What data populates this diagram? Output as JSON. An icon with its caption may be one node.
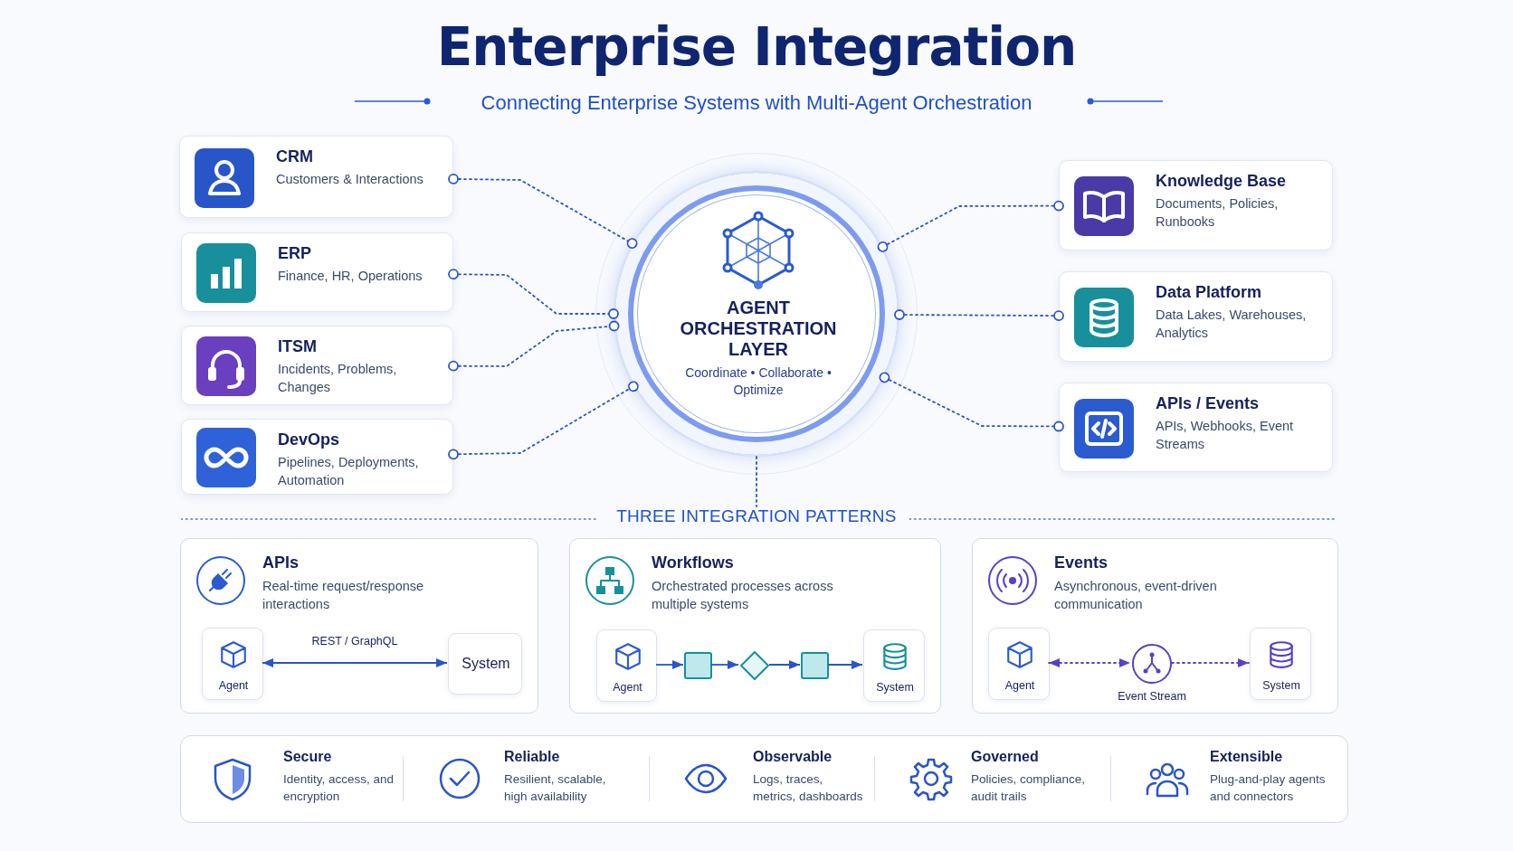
{
  "diagram": {
    "title": "Enterprise Integration",
    "nodes": [
      {
        "text": [
          "CRM",
          "Customers & Interactions"
        ]
      },
      {
        "text": [
          "ERP",
          "Finance, HR, Operations"
        ]
      },
      {
        "text": [
          "ITSM",
          "Incidents, Problems, Changes"
        ]
      },
      {
        "text": [
          "DevOps",
          "Pipelines, Deployments, Automation"
        ]
      },
      {
        "text": [
          "AGENT ORCHESTRATION LAYER",
          "Coordinate • Collaborate • Optimize"
        ]
      },
      {
        "text": [
          "Knowledge Base",
          "Documents, Policies, Runbooks"
        ]
      },
      {
        "text": [
          "Data Platform",
          "Data Lakes, Warehouses, Analytics"
        ]
      },
      {
        "text": [
          "APIs / Events",
          "APIs, Webhooks, Event Streams"
        ]
      },
      {
        "text": [
          "THREE INTEGRATION PATTERNS"
        ]
      },
      {
        "text": [
          "APIs",
          "Real-time request/response interactions"
        ]
      },
      {
        "text": [
          "Agent"
        ],
        "in": 9
      },
      {
        "text": [
          "System"
        ],
        "in": 9
      },
      {
        "text": [
          "Workflows",
          "Orchestrated processes across multiple systems"
        ]
      },
      {
        "text": [
          "Agent"
        ],
        "in": 12
      },
      {
        "text": [],
        "shape": "box",
        "in": 12
      },
      {
        "text": [],
        "shape": "diamond",
        "in": 12
      },
      {
        "text": [],
        "shape": "box",
        "in": 12
      },
      {
        "text": [
          "System"
        ],
        "in": 12
      },
      {
        "text": [
          "Events",
          "Asynchronous, event-driven communication"
        ]
      },
      {
        "text": [
          "Agent"
        ],
        "in": 18
      },
      {
        "text": [
          "Event Stream"
        ],
        "in": 18
      },
      {
        "text": [
          "System"
        ],
        "in": 18
      }
    ],
    "edges": [
      {
        "from": 0,
        "to": 4,
        "arrow": "other",
        "style": "dashed"
      },
      {
        "from": 1,
        "to": 4,
        "arrow": "other",
        "style": "dashed"
      },
      {
        "from": 2,
        "to": 4,
        "arrow": "other",
        "style": "dashed"
      },
      {
        "from": 3,
        "to": 4,
        "arrow": "other",
        "style": "dashed"
      },
      {
        "from": 4,
        "to": 5,
        "arrow": "other",
        "style": "dashed"
      },
      {
        "from": 4,
        "to": 6,
        "arrow": "other",
        "style": "dashed"
      },
      {
        "from": 4,
        "to": 7,
        "arrow": "other",
        "style": "dashed"
      },
      {
        "from": 4,
        "to": 8,
        "arrow": "none",
        "style": "dashed"
      },
      {
        "from": 10,
        "to": 11,
        "arrow": "both",
        "label": "REST / GraphQL"
      },
      {
        "from": 13,
        "to": 14,
        "arrow": "to"
      },
      {
        "from": 14,
        "to": 15,
        "arrow": "to"
      },
      {
        "from": 15,
        "to": 16,
        "arrow": "to"
      },
      {
        "from": 16,
        "to": 17,
        "arrow": "to"
      },
      {
        "from": 19,
        "to": 20,
        "arrow": "both",
        "style": "dashed",
        "color": "#5b3fc4"
      },
      {
        "from": 20,
        "to": 21,
        "arrow": "to",
        "style": "dashed",
        "color": "#5b3fc4"
      }
    ],
    "labels": [
      "Connecting Enterprise Systems with Multi-Agent Orchestration",
      "Secure",
      "Identity, access, and encryption",
      "Reliable",
      "Resilient, scalable, high availability",
      "Observable",
      "Logs, traces, metrics, dashboards",
      "Governed",
      "Policies, compliance, audit trails",
      "Extensible",
      "Plug-and-play agents and connectors"
    ]
  }
}
